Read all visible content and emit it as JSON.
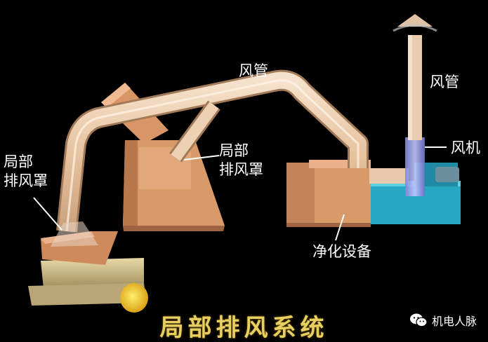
{
  "labels": {
    "duct_top": "风管",
    "duct_right": "风管",
    "fan": "风机",
    "hood_mid_1": "局部",
    "hood_mid_2": "排风罩",
    "hood_left_1": "局部",
    "hood_left_2": "排风罩",
    "purifier": "净化设备"
  },
  "title": "局部排风系统",
  "watermark": {
    "text": "机电人脉",
    "icon": "wechat-icon"
  },
  "colors": {
    "background": "#000000",
    "machine": "#d99a6a",
    "duct": "#efd2b5",
    "fan_base": "#28a7c0",
    "title": "#e8d060"
  }
}
